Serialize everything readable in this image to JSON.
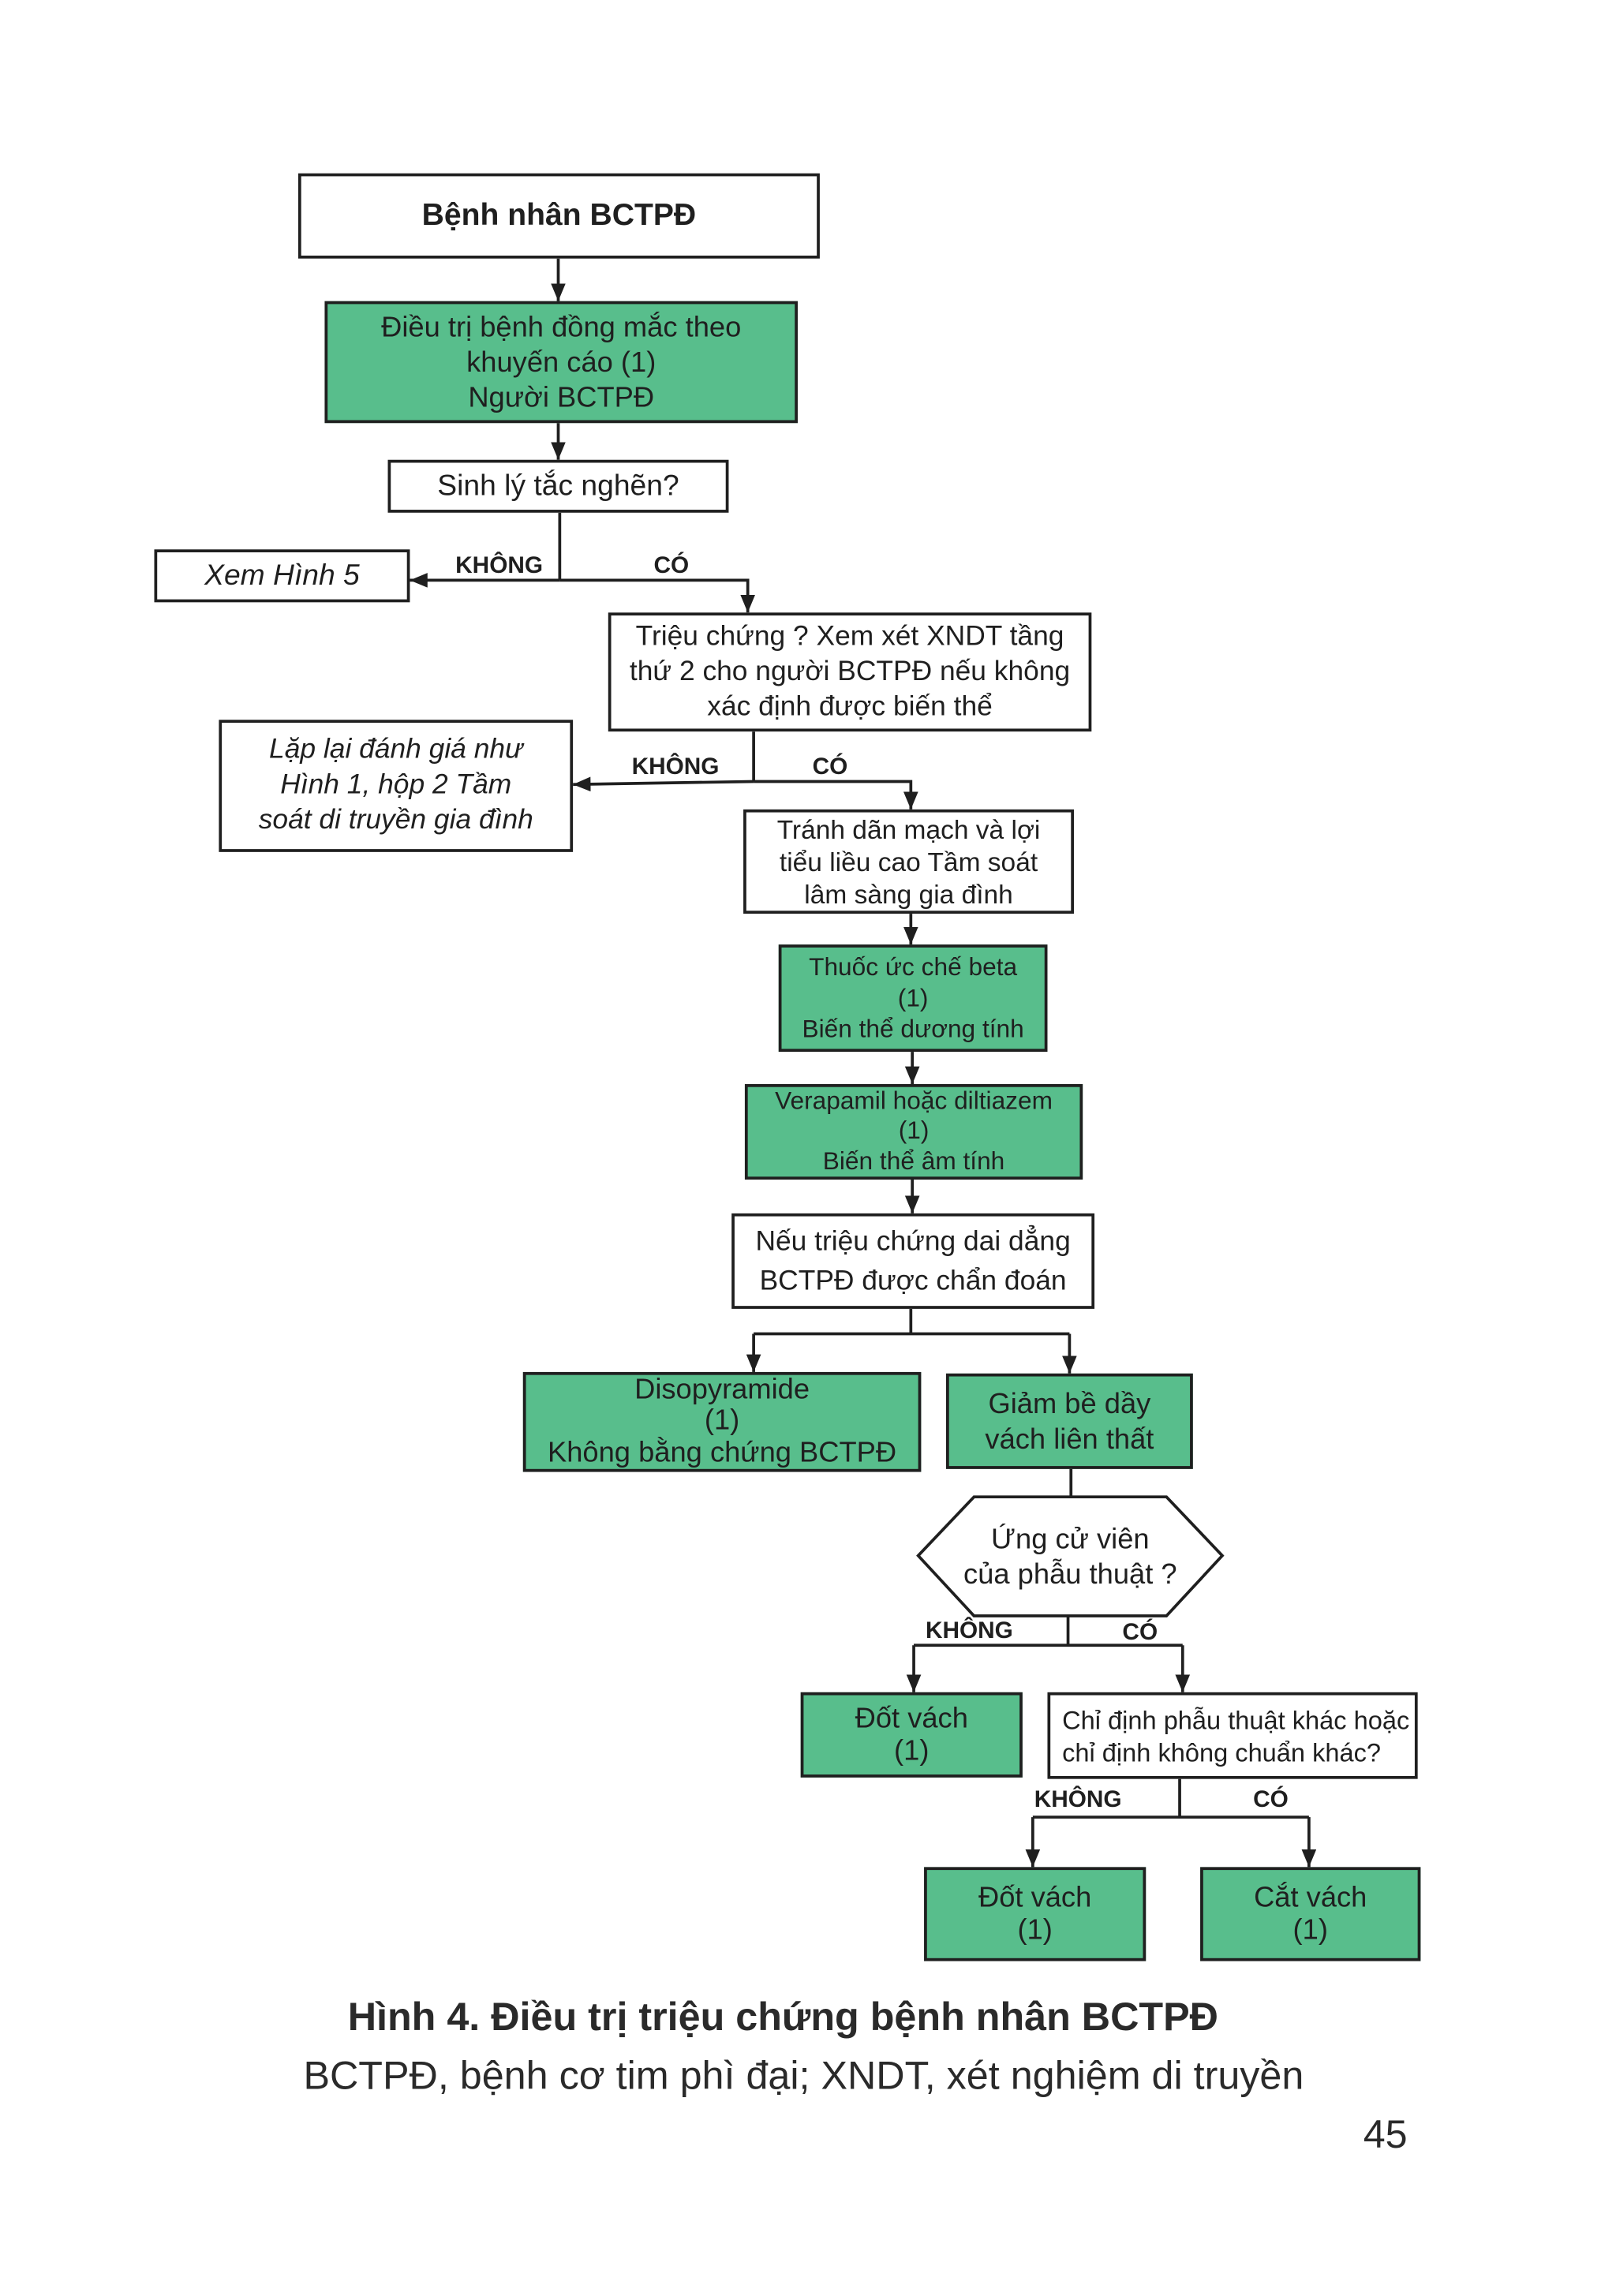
{
  "colors": {
    "box_green": "#58be8c",
    "ink": "#1f1f1f"
  },
  "flowchart": {
    "start": {
      "text": "Bệnh nhân BCTPĐ"
    },
    "comorbid": {
      "lines": [
        "Điều trị bệnh đồng mắc theo",
        "khuyến cáo (1)",
        "Người BCTPĐ"
      ]
    },
    "obstruction_question": {
      "text": "Sinh lý tắc nghẽn?"
    },
    "see_figure": {
      "text": "Xem Hình 5"
    },
    "symptoms": {
      "lines": [
        "Triệu chứng ? Xem xét XNDT tầng",
        "thứ 2 cho người BCTPĐ nếu không",
        "xác định được biến thể"
      ]
    },
    "repeat_eval": {
      "lines": [
        "Lặp lại đánh giá như",
        "Hình 1, hộp 2 Tầm",
        "soát di truyền gia đình"
      ]
    },
    "avoid_vasodilators": {
      "lines": [
        "Tránh dãn mạch và lợi",
        "tiểu liều cao Tầm soát",
        "lâm sàng gia đình"
      ]
    },
    "beta_blocker": {
      "lines": [
        "Thuốc ức chế beta",
        "(1)",
        "Biến thể dương tính"
      ]
    },
    "verapamil": {
      "lines": [
        "Verapamil hoặc diltiazem",
        "(1)",
        "Biến thể âm tính"
      ]
    },
    "persistent": {
      "lines": [
        "Nếu triệu chứng dai dẳng",
        "BCTPĐ được chẩn đoán"
      ]
    },
    "disopyramide": {
      "lines": [
        "Disopyramide",
        "(1)",
        "Không bằng chứng BCTPĐ"
      ]
    },
    "septal_reduction": {
      "lines": [
        "Giảm bề dầy",
        "vách liên thất"
      ]
    },
    "surgery_candidate": {
      "lines": [
        "Ứng cử viên",
        "của phẫu thuật ?"
      ]
    },
    "ablation_a": {
      "lines": [
        "Đốt vách",
        "(1)"
      ]
    },
    "other_indication": {
      "lines": [
        "Chỉ định phẫu thuật khác hoặc",
        "chỉ định không chuẩn khác?"
      ]
    },
    "ablation_b": {
      "lines": [
        "Đốt vách",
        "(1)"
      ]
    },
    "myectomy": {
      "lines": [
        "Cắt vách",
        "(1)"
      ]
    },
    "branches": [
      {
        "no": "KHÔNG",
        "yes": "CÓ"
      },
      {
        "no": "KHÔNG",
        "yes": "CÓ"
      },
      {
        "no": "KHÔNG",
        "yes": "CÓ"
      },
      {
        "no": "KHÔNG",
        "yes": "CÓ"
      }
    ]
  },
  "caption": {
    "title": "Hình 4. Điều trị triệu chứng bệnh nhân BCTPĐ",
    "legend": "BCTPĐ, bệnh cơ tim phì đại; XNDT, xét nghiệm di truyền"
  },
  "page": {
    "number": "45"
  }
}
